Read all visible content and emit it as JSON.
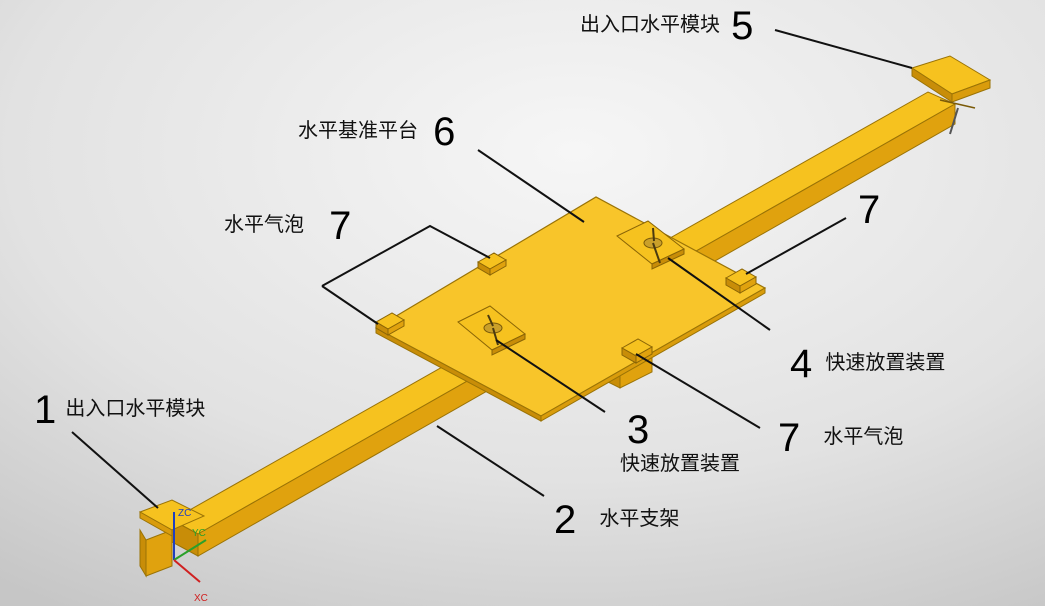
{
  "colors": {
    "background_light": "#f4f4f4",
    "background_dark": "#c9c9c9",
    "yellow_top": "#f6c21f",
    "yellow_side": "#e0a20e",
    "yellow_dark": "#c88d08",
    "edge": "#9a7306",
    "leader": "#111111"
  },
  "callouts": {
    "c1": {
      "number": "1",
      "text": "出入口水平模块"
    },
    "c2": {
      "number": "2",
      "text": "水平支架"
    },
    "c3": {
      "number": "3",
      "text": "快速放置装置"
    },
    "c4": {
      "number": "4",
      "text": "快速放置装置"
    },
    "c5": {
      "number": "5",
      "text": "出入口水平模块"
    },
    "c6": {
      "number": "6",
      "text": "水平基准平台"
    },
    "c7_left": {
      "number": "7",
      "text": "水平气泡"
    },
    "c7_right": {
      "number": "7"
    },
    "c7_bottom": {
      "number": "7",
      "text": "水平气泡"
    }
  },
  "axes_triad": {
    "z": "ZC",
    "y": "YC",
    "x": "XC"
  }
}
